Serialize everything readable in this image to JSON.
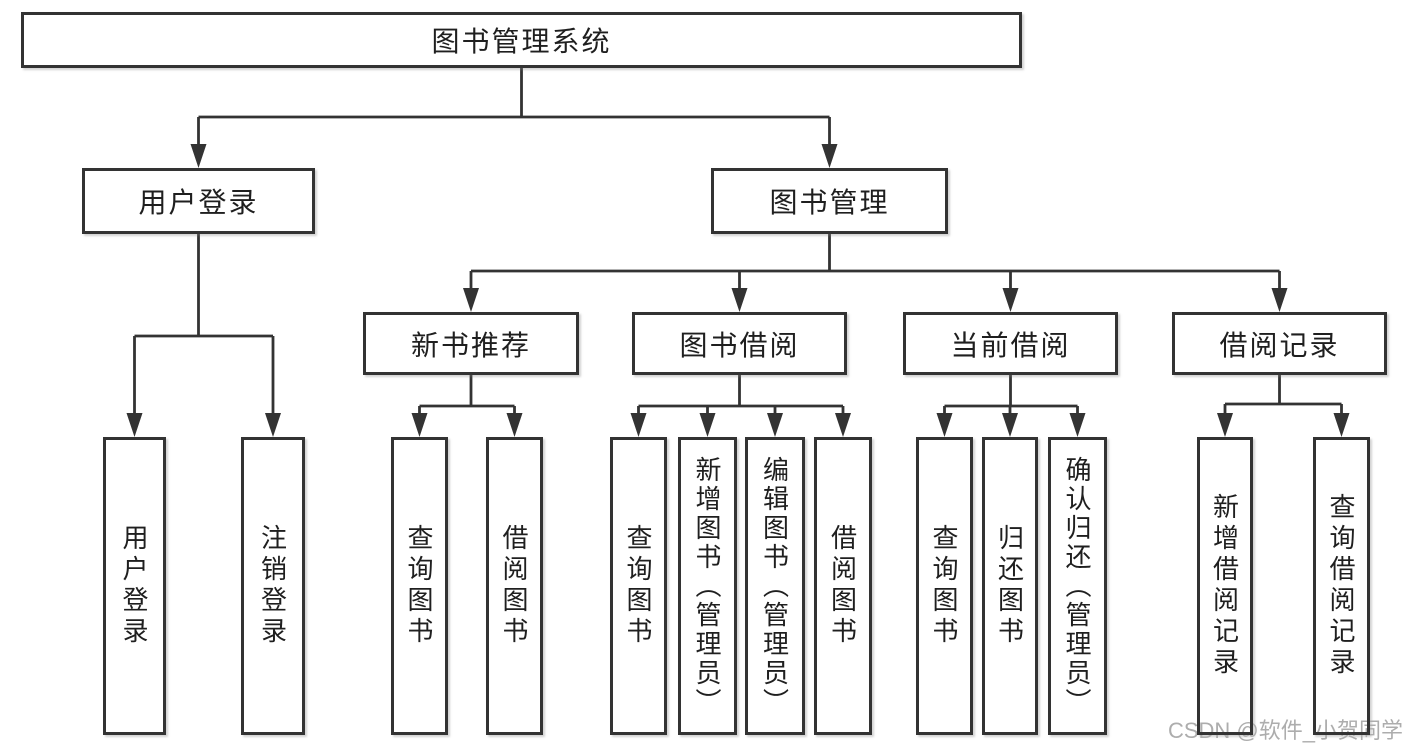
{
  "diagram": {
    "type": "tree-diagram",
    "root": "图书管理系统",
    "level2": [
      {
        "label": "用户登录",
        "leaves": [
          "用户登录",
          "注销登录"
        ]
      },
      {
        "label": "图书管理",
        "groups": [
          {
            "label": "新书推荐",
            "leaves": [
              "查询图书",
              "借阅图书"
            ]
          },
          {
            "label": "图书借阅",
            "leaves": [
              "查询图书",
              "新增图书（管理员）",
              "编辑图书（管理员）",
              "借阅图书"
            ]
          },
          {
            "label": "当前借阅",
            "leaves": [
              "查询图书",
              "归还图书",
              "确认归还（管理员）"
            ]
          },
          {
            "label": "借阅记录",
            "leaves": [
              "新增借阅记录",
              "查询借阅记录"
            ]
          }
        ]
      }
    ]
  },
  "watermark": "CSDN @软件_小贺同学",
  "colors": {
    "line": "#333333",
    "border": "#333333",
    "text": "#1f1f1f",
    "background": "#ffffff",
    "watermark": "#adadad"
  }
}
